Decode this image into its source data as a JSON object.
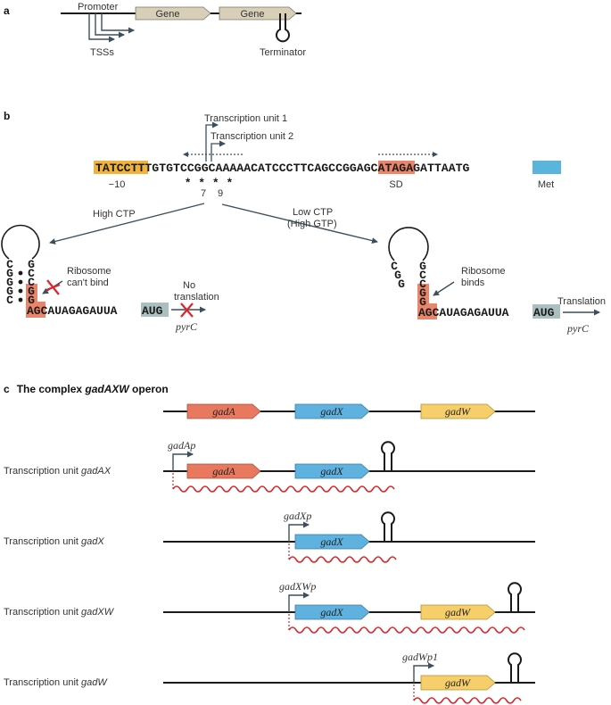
{
  "panel_a": {
    "letter": "a",
    "promoter": "Promoter",
    "gene1": "Gene",
    "gene2": "Gene",
    "tss": "TSSs",
    "terminator": "Terminator"
  },
  "panel_b": {
    "letter": "b",
    "tu1": "Transcription unit 1",
    "tu2": "Transcription unit 2",
    "seq_minus10": "TATCCT",
    "seq_mid1": "TTGTGTCCGGCAAAAACATCCCTTCAGCC",
    "seq_sd": "GGAG",
    "seq_mid2": "CATAGAGATTA",
    "seq_atg": "ATG",
    "minus10": "−10",
    "sd": "SD",
    "met": "Met",
    "stars": "* * * *",
    "pos7": "7",
    "pos9": "9",
    "high_ctp": "High CTP",
    "low_ctp": "Low CTP",
    "high_gtp": "(High GTP)",
    "left": {
      "stem_left": [
        "C",
        "G",
        "G",
        "G",
        "C"
      ],
      "stem_right": [
        "G",
        "C",
        "C",
        "G",
        "G"
      ],
      "ag": "AG",
      "tail": "CAUAGAGAUUA",
      "aug": "AUG",
      "ribosome1": "Ribosome",
      "ribosome2": "can't bind",
      "no1": "No",
      "no2": "translation",
      "gene": "pyrC"
    },
    "right": {
      "stem_left": [
        "C",
        "G",
        "G"
      ],
      "stem_right": [
        "G",
        "C",
        "C",
        "G",
        "G"
      ],
      "ag": "AG",
      "tail": "CAUAGAGAUUA",
      "aug": "AUG",
      "ribosome1": "Ribosome",
      "ribosome2": "binds",
      "translation": "Translation",
      "gene": "pyrC"
    }
  },
  "panel_c": {
    "letter": "c",
    "title_pre": "The complex ",
    "title_gene": "gadAXW",
    "title_post": " operon",
    "gadA": "gadA",
    "gadX": "gadX",
    "gadW": "gadW",
    "row1": {
      "label_pre": "Transcription unit ",
      "label_gene": "gadAX",
      "promoter": "gadAp"
    },
    "row2": {
      "label_pre": "Transcription unit ",
      "label_gene": "gadX",
      "promoter": "gadXp"
    },
    "row3": {
      "label_pre": "Transcription unit ",
      "label_gene": "gadXW",
      "promoter": "gadXWp"
    },
    "row4": {
      "label_pre": "Transcription unit ",
      "label_gene": "gadW",
      "promoter": "gadWp1"
    }
  },
  "colors": {
    "line": "#1a1a1a",
    "arrow": "#3d4f5c",
    "gene_box": "#d8cfb9",
    "minus10_box": "#f0b43c",
    "sd_box": "#e8856a",
    "atg_box": "#5ab4dc",
    "aug_box": "#a9bfc0",
    "gadA": "#e8785e",
    "gadX": "#5fb2e0",
    "gadW": "#f7cf6a",
    "mrna": "#d9262b"
  }
}
